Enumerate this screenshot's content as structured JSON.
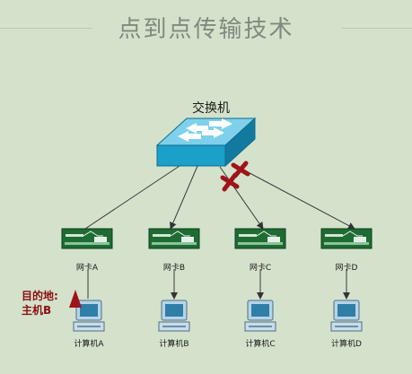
{
  "title": "点到点传输技术",
  "switch": {
    "label": "交换机"
  },
  "nics": [
    {
      "label": "网卡A"
    },
    {
      "label": "网卡B"
    },
    {
      "label": "网卡C"
    },
    {
      "label": "网卡D"
    }
  ],
  "computers": [
    {
      "label": "计算机A"
    },
    {
      "label": "计算机B"
    },
    {
      "label": "计算机C"
    },
    {
      "label": "计算机D"
    }
  ],
  "destination": {
    "line1": "目的地:",
    "line2": "主机B"
  },
  "colors": {
    "background": "#d4e2cc",
    "switch_body": "#1c9fc8",
    "nic_board": "#1e6b33",
    "blocked_mark": "#a01319",
    "destination": "#8a0f12"
  },
  "icons": {
    "switch": "network-switch-icon",
    "nic": "network-card-icon",
    "computer": "desktop-computer-icon",
    "blocked": "blocked-x-icon",
    "destination_marker": "triangle-marker-icon"
  }
}
